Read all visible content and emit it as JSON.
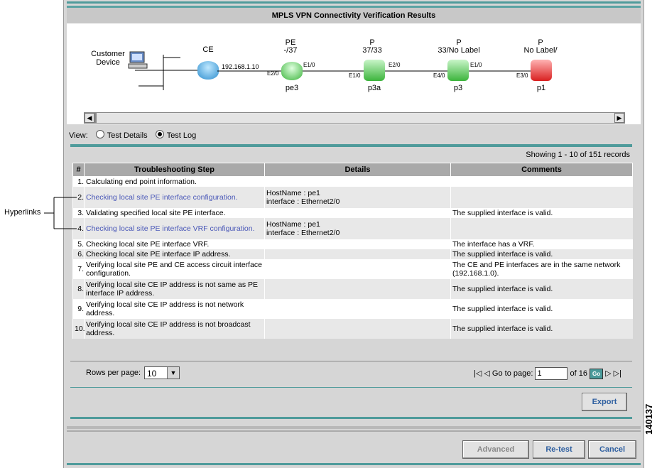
{
  "window": {
    "title": "MPLS VPN Connectivity Verification Results"
  },
  "topology": {
    "customer_device": "Customer\nDevice",
    "ce_label": "CE",
    "ce_ip": "192.168.1.10",
    "nodes": [
      {
        "role": "PE",
        "label": "-/37",
        "name": "pe3",
        "in_port": "E2/0",
        "out_port": "E1/0",
        "color": "#5ccc5c"
      },
      {
        "role": "P",
        "label": "37/33",
        "name": "p3a",
        "in_port": "E1/0",
        "out_port": "E2/0",
        "color": "#5ccc5c"
      },
      {
        "role": "P",
        "label": "33/No Label",
        "name": "p3",
        "in_port": "E4/0",
        "out_port": "E1/0",
        "color": "#5ccc5c"
      },
      {
        "role": "P",
        "label": "No Label/",
        "name": "p1",
        "in_port": "E3/0",
        "out_port": "",
        "color": "#d92020"
      }
    ]
  },
  "view": {
    "label": "View:",
    "options": [
      "Test Details",
      "Test Log"
    ],
    "selected": "Test Log"
  },
  "records_text": "Showing 1 - 10 of 151 records",
  "table": {
    "headers": [
      "#",
      "Troubleshooting Step",
      "Details",
      "Comments"
    ],
    "rows": [
      {
        "num": "1.",
        "step": "Calculating end point information.",
        "link": false,
        "details": "",
        "comments": ""
      },
      {
        "num": "2.",
        "step": "Checking local site PE interface configuration.",
        "link": true,
        "details": "HostName : pe1\ninterface : Ethernet2/0",
        "comments": ""
      },
      {
        "num": "3.",
        "step": "Validating specified local site PE interface.",
        "link": false,
        "details": "",
        "comments": "The supplied interface is valid."
      },
      {
        "num": "4.",
        "step": "Checking local site PE interface VRF configuration.",
        "link": true,
        "details": "HostName : pe1\ninterface : Ethernet2/0",
        "comments": ""
      },
      {
        "num": "5.",
        "step": "Checking local site PE interface VRF.",
        "link": false,
        "details": "",
        "comments": "The interface has a VRF."
      },
      {
        "num": "6.",
        "step": "Checking local site PE interface IP address.",
        "link": false,
        "details": "",
        "comments": "The supplied interface is valid."
      },
      {
        "num": "7.",
        "step": "Verifying local site PE and CE access circuit interface configuration.",
        "link": false,
        "details": "",
        "comments": "The CE and PE interfaces are in the same network (192.168.1.0)."
      },
      {
        "num": "8.",
        "step": "Verifying local site CE IP address is not same as PE interface IP address.",
        "link": false,
        "details": "",
        "comments": "The supplied interface is valid."
      },
      {
        "num": "9.",
        "step": "Verifying local site CE IP address is not network address.",
        "link": false,
        "details": "",
        "comments": "The supplied interface is valid."
      },
      {
        "num": "10.",
        "step": "Verifying local site CE IP address is not broadcast address.",
        "link": false,
        "details": "",
        "comments": "The supplied interface is valid."
      }
    ]
  },
  "pager": {
    "rows_label": "Rows per page:",
    "rows_value": "10",
    "goto_label": "Go to page:",
    "page_value": "1",
    "of_text": "of 16",
    "go_label": "Go"
  },
  "buttons": {
    "export": "Export",
    "advanced": "Advanced",
    "retest": "Re-test",
    "cancel": "Cancel"
  },
  "annotation": {
    "hyperlinks": "Hyperlinks",
    "figure_id": "140137"
  },
  "colors": {
    "accent": "#4f9b9b",
    "link": "#4a58b8",
    "button_text": "#2e5fa0"
  }
}
